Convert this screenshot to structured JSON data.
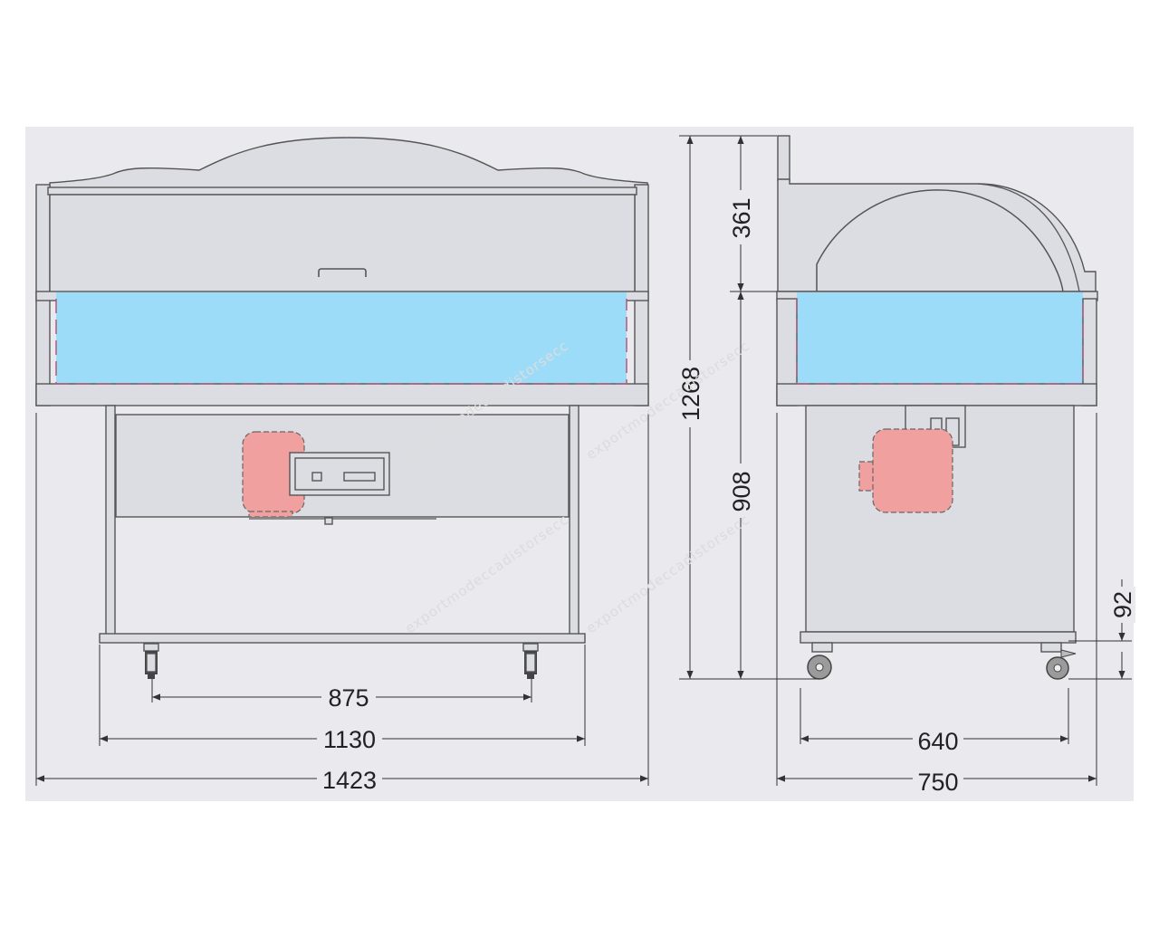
{
  "colors": {
    "background": "#e9e9ee",
    "body": "#dcdde3",
    "outline": "#555555",
    "glass": "#9ddcf8",
    "glass_dash": "#b05b7a",
    "compressor": "#f1a0a0",
    "dimension_line": "#333333"
  },
  "front_view": {
    "dimensions": {
      "wheel_base": "875",
      "base_width": "1130",
      "overall_width": "1423"
    }
  },
  "side_view": {
    "dimensions": {
      "canopy_height": "361",
      "counter_height": "908",
      "overall_height": "1268",
      "base_height": "92",
      "wheel_base": "640",
      "overall_depth": "750"
    }
  },
  "watermark": "exportmodeccadistorsecc"
}
